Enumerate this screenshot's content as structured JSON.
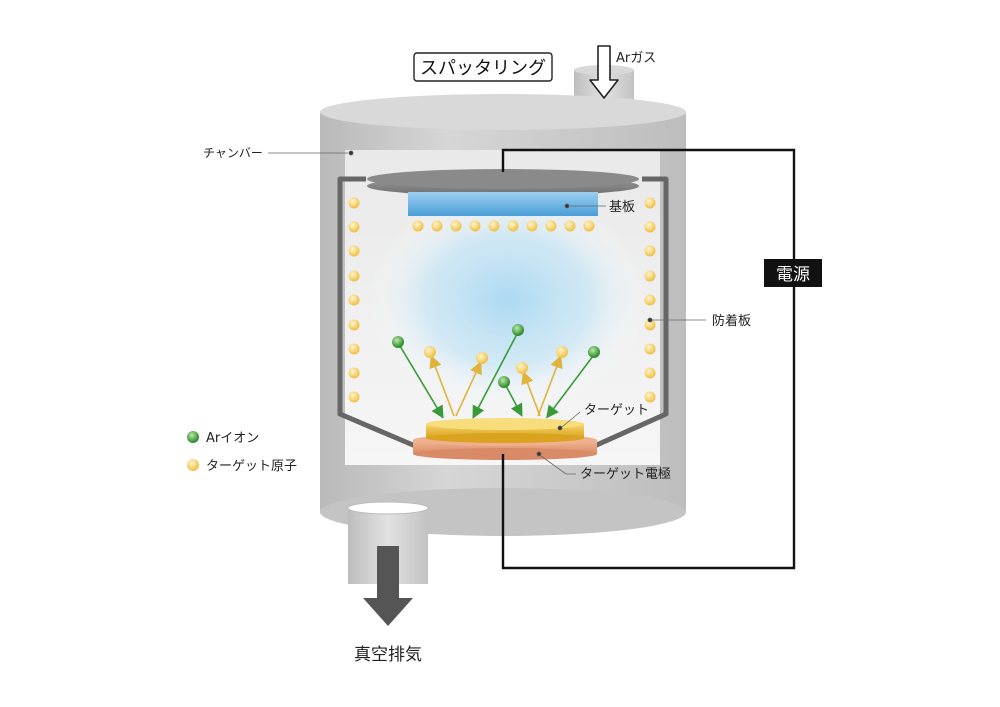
{
  "title": "スパッタリング",
  "labels": {
    "ar_gas": "Arガス",
    "chamber": "チャンバー",
    "substrate": "基板",
    "power_supply": "電源",
    "shield_plate": "防着板",
    "target": "ターゲット",
    "target_electrode": "ターゲット電極",
    "vacuum_exhaust": "真空排気"
  },
  "legend": [
    {
      "label": "Arイオン",
      "color": "#3a9a3a"
    },
    {
      "label": "ターゲット原子",
      "color": "#f2c94c"
    }
  ],
  "colors": {
    "chamber": "#c8c8c8",
    "substrate": "#6fb6e6",
    "plasma": "#bfe3f5",
    "target": "#e7b52f",
    "electrode": "#e6a07f",
    "ion": "#3a9a3a",
    "atom": "#f2c94c",
    "power_box": "#111111"
  }
}
